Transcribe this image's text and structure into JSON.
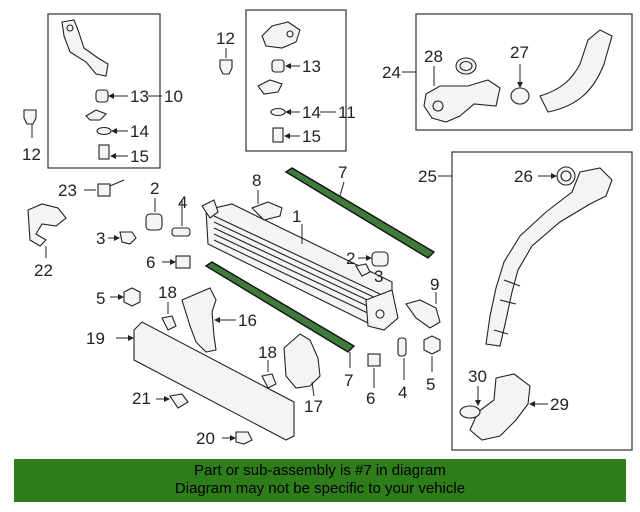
{
  "callouts": [
    {
      "id": "c1",
      "text": "1"
    },
    {
      "id": "c2a",
      "text": "2"
    },
    {
      "id": "c2b",
      "text": "2"
    },
    {
      "id": "c3a",
      "text": "3"
    },
    {
      "id": "c3b",
      "text": "3"
    },
    {
      "id": "c4a",
      "text": "4"
    },
    {
      "id": "c4b",
      "text": "4"
    },
    {
      "id": "c5a",
      "text": "5"
    },
    {
      "id": "c5b",
      "text": "5"
    },
    {
      "id": "c6a",
      "text": "6"
    },
    {
      "id": "c6b",
      "text": "6"
    },
    {
      "id": "c7a",
      "text": "7"
    },
    {
      "id": "c7b",
      "text": "7"
    },
    {
      "id": "c8",
      "text": "8"
    },
    {
      "id": "c9",
      "text": "9"
    },
    {
      "id": "c10",
      "text": "10"
    },
    {
      "id": "c11",
      "text": "11"
    },
    {
      "id": "c12a",
      "text": "12"
    },
    {
      "id": "c12b",
      "text": "12"
    },
    {
      "id": "c13a",
      "text": "13"
    },
    {
      "id": "c13b",
      "text": "13"
    },
    {
      "id": "c14a",
      "text": "14"
    },
    {
      "id": "c14b",
      "text": "14"
    },
    {
      "id": "c15a",
      "text": "15"
    },
    {
      "id": "c15b",
      "text": "15"
    },
    {
      "id": "c16",
      "text": "16"
    },
    {
      "id": "c17",
      "text": "17"
    },
    {
      "id": "c18a",
      "text": "18"
    },
    {
      "id": "c18b",
      "text": "18"
    },
    {
      "id": "c19",
      "text": "19"
    },
    {
      "id": "c20",
      "text": "20"
    },
    {
      "id": "c21",
      "text": "21"
    },
    {
      "id": "c22",
      "text": "22"
    },
    {
      "id": "c23",
      "text": "23"
    },
    {
      "id": "c24",
      "text": "24"
    },
    {
      "id": "c25",
      "text": "25"
    },
    {
      "id": "c26",
      "text": "26"
    },
    {
      "id": "c27",
      "text": "27"
    },
    {
      "id": "c28",
      "text": "28"
    },
    {
      "id": "c29",
      "text": "29"
    },
    {
      "id": "c30",
      "text": "30"
    }
  ],
  "banner": {
    "line1": "Part or sub-assembly is #7 in diagram",
    "line2": "Diagram may not be specific to your vehicle"
  },
  "colors": {
    "highlight": "#2e7d1a",
    "highlight_part": "#3f7a3a"
  }
}
